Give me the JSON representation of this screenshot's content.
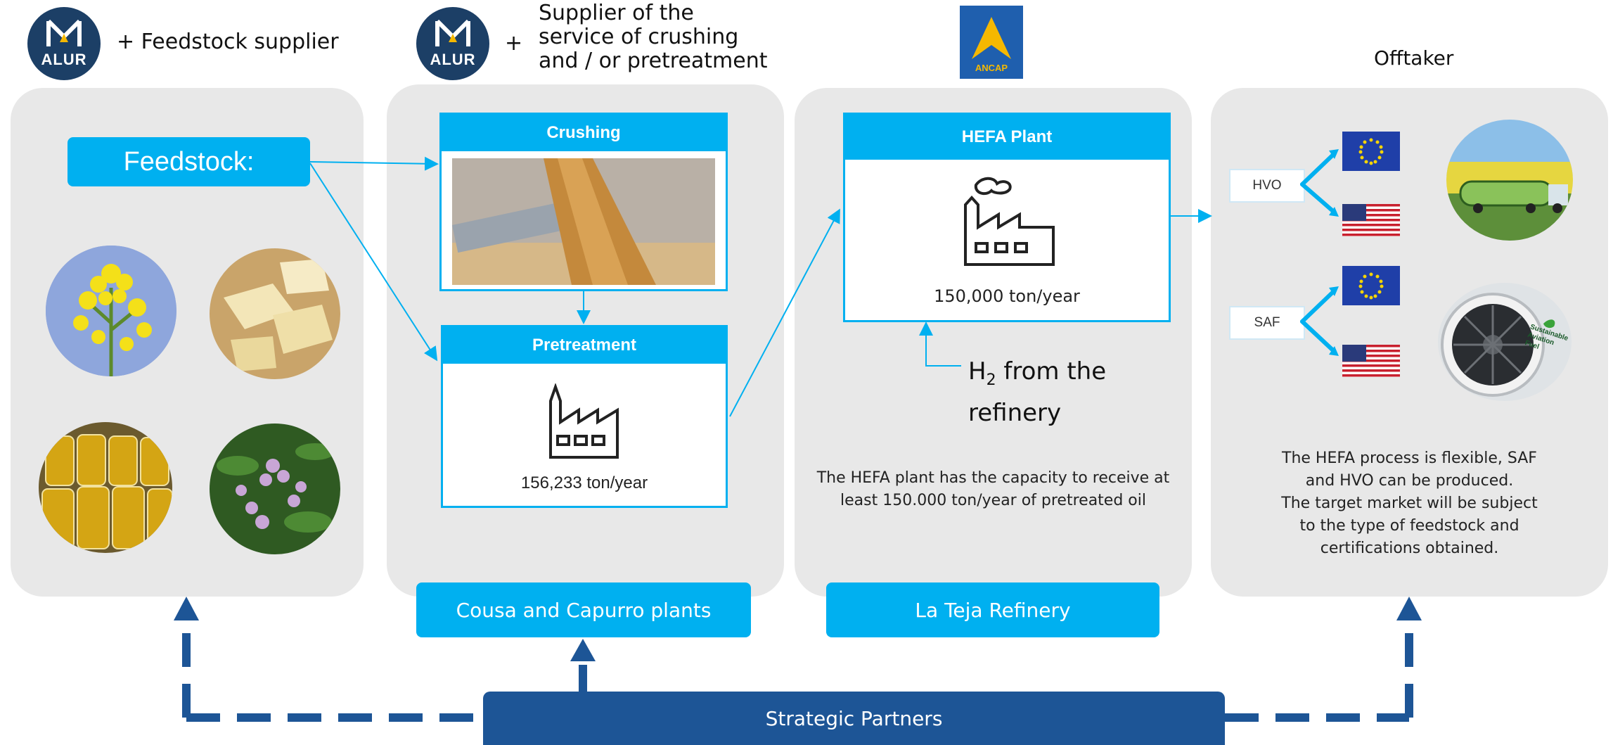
{
  "header": {
    "feedstock_supplier": "+ Feedstock supplier",
    "plus": "+",
    "crushing_supplier": "Supplier of the service of crushing and / or pretreatment",
    "offtaker": "Offtaker",
    "alur_logo_text": "ALUR",
    "ancap_logo_text": "ANCAP"
  },
  "panel1": {
    "feedstock_label": "Feedstock:",
    "images": [
      "rapeseed-flower-image",
      "beef-tallow-image",
      "used-cooking-oil-image",
      "carinata-flower-image"
    ]
  },
  "panel2": {
    "crushing_title": "Crushing",
    "pretreatment_title": "Pretreatment",
    "pretreatment_capacity": "156,233 ton/year",
    "footer_label": "Cousa  and Capurro plants"
  },
  "panel3": {
    "hefa_title": "HEFA Plant",
    "hefa_capacity": "150,000 ton/year",
    "h2_prefix": "H",
    "h2_sub": "2",
    "h2_rest": " from the",
    "h2_line2": "refinery",
    "note": "The HEFA plant has the capacity to receive at least 150.000 ton/year of pretreated oil",
    "footer_label": "La Teja Refinery"
  },
  "panel4": {
    "hvo_label": "HVO",
    "saf_label": "SAF",
    "engine_text": "Sustainable Aviation Fuel",
    "note_lines": [
      "The HEFA process is flexible, SAF",
      "and HVO can be produced.",
      "The target market will be subject",
      "to the type of feedstock and",
      "certifications obtained."
    ]
  },
  "bottom": {
    "strategic_partners": "Strategic Partners"
  },
  "colors": {
    "accent_blue": "#00b0f0",
    "dark_blue": "#1d5596",
    "panel_gray": "#e8e8e8",
    "alur_navy": "#1c3f66",
    "ancap_blue": "#1f5fae",
    "ancap_yellow": "#f5b800"
  }
}
